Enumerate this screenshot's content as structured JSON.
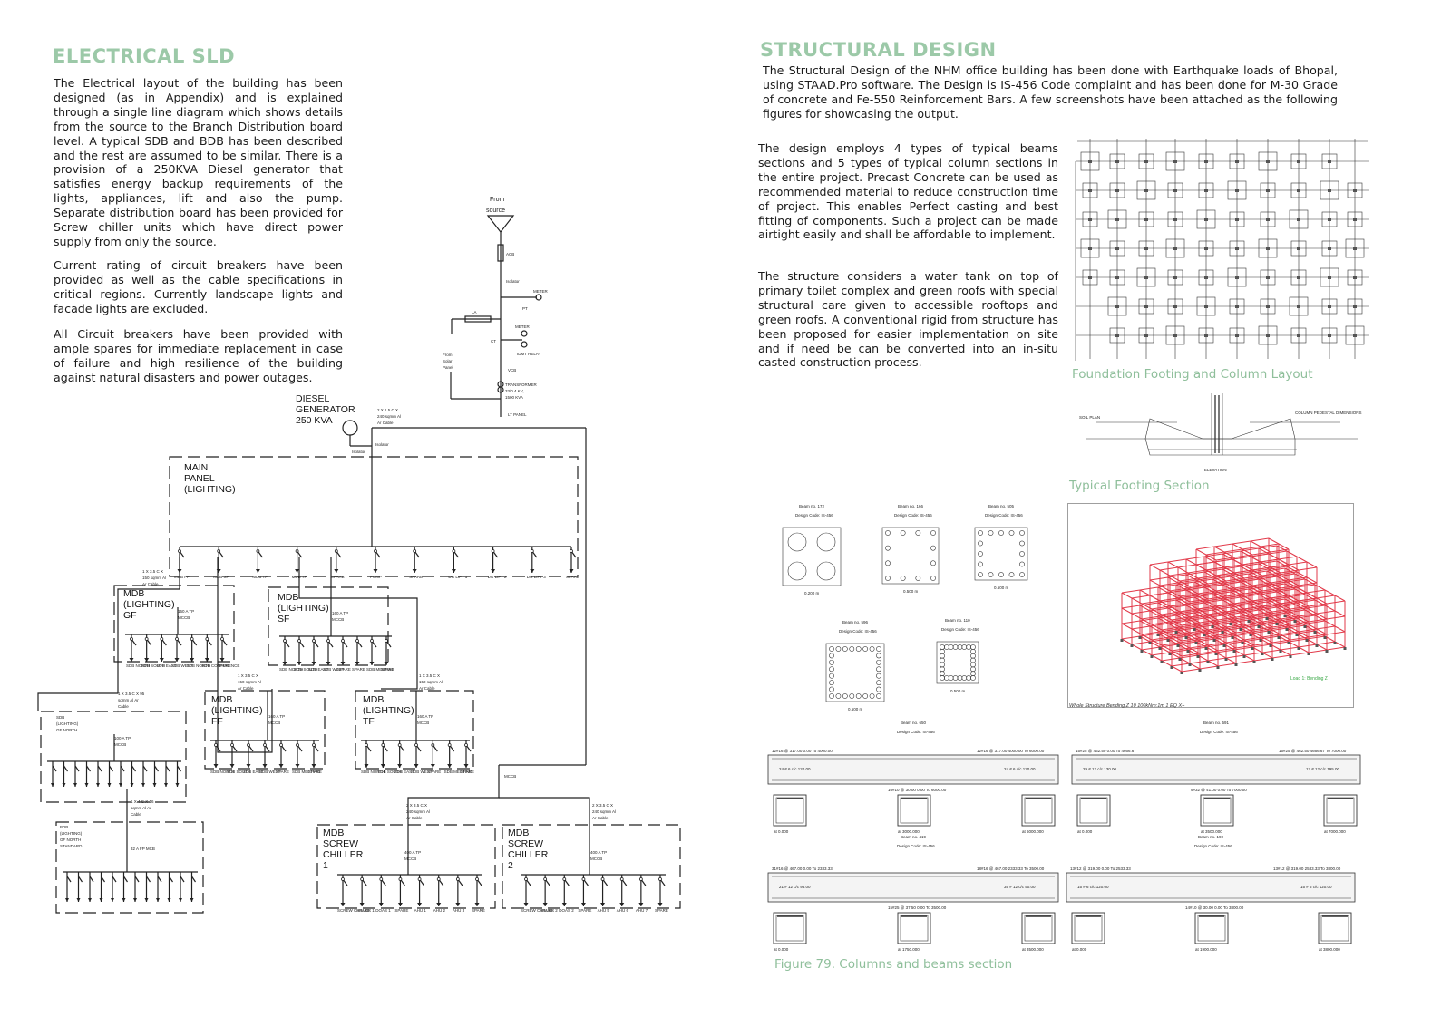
{
  "left": {
    "heading": "ELECTRICAL SLD",
    "para1": "The Electrical layout of the building has been designed (as in Appendix) and is explained through a single line diagram which shows details from the source to the Branch Distribution board level. A typical SDB and BDB has been described and the rest are assumed to be similar. There is a provision of a 250KVA Diesel generator that satisfies energy backup requirements of the lights, appliances, lift and also the pump. Separate distribution board has been provided for Screw chiller units which have direct power supply from only the source.",
    "para2": "Current rating of circuit breakers have been provided as well as the cable specifications in critical regions. Currently landscape lights and facade lights are excluded.",
    "para3": "All Circuit breakers have been provided with ample spares for immediate replacement in case of failure and high resilience of the building against natural disasters and power outages."
  },
  "sld": {
    "from_source": [
      "From",
      "source"
    ],
    "acb": "ACB",
    "isolator": "Isolator",
    "meter": "METER",
    "pt": "PT",
    "la": "LA",
    "meter2": "METER",
    "ct": "CT",
    "idmt": "IDMT RELAY",
    "solar": [
      "From",
      "Solar",
      "Panel"
    ],
    "vcb": "VCB",
    "transformer": [
      "TRANSFORMER",
      "33/0.4 KV,",
      "1500 KVA"
    ],
    "lt_panel": "LT PANEL",
    "diesel": [
      "DIESEL",
      "GENERATOR",
      "250 KVA"
    ],
    "dg_cable": [
      "2 X 1.5 C X",
      "240 sqmm Al",
      "Ar Cable"
    ],
    "dg_isolator": "Isolator",
    "isolator2": "Isolator",
    "main_panel": [
      "MAIN",
      "PANEL",
      "(LIGHTING)"
    ],
    "main_cable": [
      "1 X 3.5 C X",
      "150 sqmm Al",
      "Ar Cable"
    ],
    "mdb_gf": [
      "MDB",
      "(LIGHTING)",
      "GF"
    ],
    "mdb_sf": [
      "MDB",
      "(LIGHTING)",
      "SF"
    ],
    "mdb_ff": [
      "MDB",
      "(LIGHTING)",
      "FF"
    ],
    "mdb_tf": [
      "MDB",
      "(LIGHTING)",
      "TF"
    ],
    "mccb_160": [
      "160 A TP",
      "MCCB"
    ],
    "sdb_gf_north": [
      "SDB",
      "(LIGHTING)",
      "GF NORTH"
    ],
    "sdb_mccb": [
      "100 A TP",
      "MCCB"
    ],
    "sdb_cable": [
      "1 X 3.5 C X 95",
      "sqmm Al Ar",
      "Cable"
    ],
    "bdb_cable": [
      "1 X 4 C X 16",
      "sqmm Al Ar",
      "Cable"
    ],
    "bdb": [
      "BDB",
      "(LIGHTING)",
      "GF NORTH",
      "STANDARD"
    ],
    "bdb_mcb": "32 A FP MCB",
    "ff_cable": [
      "1 X 3.5 C X",
      "150 sqmm Al",
      "Ar Cable"
    ],
    "tf_cable": [
      "1 X 3.5 C X",
      "150 sqmm Al",
      "Ar Cable"
    ],
    "chiller1": [
      "MDB",
      "SCREW",
      "CHILLER",
      "1"
    ],
    "chiller2": [
      "MDB",
      "SCREW",
      "CHILLER",
      "2"
    ],
    "chiller_cable": [
      "2 X 3.5 C X",
      "240 sqmm Al",
      "Ar Cable"
    ],
    "chiller_mccb": [
      "400 A TP",
      "MCCB"
    ],
    "mccb_main": "MCCB",
    "main_outgoings": [
      "MDB FF",
      "MDB SF",
      "MDB TF",
      "MDB TF",
      "SPARE",
      "PUMP",
      "SPARE",
      "DG LIFT 1",
      "DG LIFT 2",
      "DG LIFT 3",
      "SPARE"
    ],
    "gf_outgoings": [
      "SDB NORTH",
      "SDB SOUTH",
      "SDB EAST",
      "SDB WEST",
      "SDB NORTH",
      "SDB CONFERENCE",
      "SPARE"
    ],
    "sf_outgoings": [
      "SDB NORTH",
      "SDB SOUTH",
      "SDB EAST",
      "SDB WEST",
      "SPARE",
      "SPARE",
      "SDB MEETING",
      "SPARE"
    ],
    "ff_outgoings": [
      "SDB NORTH",
      "SDB SOUTH",
      "SDB EAST",
      "SDB WEST",
      "SPARE",
      "SDB MEETING",
      "SPARE"
    ],
    "tf_outgoings": [
      "SDB NORTH",
      "SDB SOUTH",
      "SDB EAST",
      "SDB WEST",
      "SPARE",
      "SDB MEETING",
      "SPARE"
    ],
    "ch1_outgoings": [
      "SCREW CHILLER 1",
      "SPARE",
      "DOAS 1",
      "SPARE",
      "AHU 1",
      "AHU 2",
      "AHU 3",
      "SPARE"
    ],
    "ch2_outgoings": [
      "SCREW CHILLER 2",
      "SPARE",
      "DOAS 2",
      "SPARE",
      "AHU 5",
      "AHU 6",
      "AHU 7",
      "SPARE"
    ]
  },
  "right": {
    "heading": "STRUCTURAL DESIGN",
    "intro": "The Structural Design of the NHM office building has been done with Earthquake loads of Bhopal, using STAAD.Pro software. The Design is IS-456 Code complaint and has been done for M-30 Grade of concrete and Fe-550 Reinforcement Bars. A few screenshots have been attached as the following figures for showcasing the output.",
    "para1": "The design employs 4 types of typical beams sections and 5 types of typical column sections in the entire project. Precast Concrete can be used as recommended material to reduce construction time of project. This enables Perfect casting and best fitting of components. Such a project can be made airtight easily and shall be affordable to implement.",
    "para2": "The structure considers a water tank on top of primary toilet complex and green roofs with special structural care given to accessible rooftops and green roofs. A conventional rigid from structure has been proposed for easier implementation on site and if need be can be converted into an in-situ casted construction process.",
    "caption_foundation": "Foundation Footing and Column Layout",
    "caption_footing": "Typical Footing Section",
    "caption_figure": "Figure 79. Columns and beams section",
    "footing_labels": [
      "ELEVATION",
      "COLUMN PEDESTAL DIMENSIONS",
      "SOIL PLAN"
    ],
    "staad_caption": "Whole Structure Bending Z 10 100kNm:1m 1 EQ X+",
    "staad_legend": "Load 1: Bending Z",
    "columns": [
      {
        "beam": "Beam no. 172",
        "code": "Design Code:  IS-456",
        "w": "0.200 m"
      },
      {
        "beam": "Beam no. 166",
        "code": "Design Code:  IS-456",
        "w": "0.500 m"
      },
      {
        "beam": "Beam no. 505",
        "code": "Design Code:  IS-456",
        "w": "0.500 m"
      },
      {
        "beam": "Beam no. 596",
        "code": "Design Code:  IS-456",
        "w": "0.500 m"
      },
      {
        "beam": "Beam no. 110",
        "code": "Design Code:  IS-456",
        "w": "0.500 m"
      }
    ],
    "beams": [
      {
        "beam": "Beam no. 650",
        "code": "Design Code:  IS-456",
        "top_l": "12#16 @ 317.00 0.00 To 4000.00",
        "top_r": "12#16 @ 317.00 4000.00 To 6000.00",
        "in_l": "24 # 6 c/c 120.00",
        "in_r": "24 # 6 c/c 120.00",
        "stir": "16#10 @ 30.00 0.00 To 6000.00",
        "secs": [
          "at 0.000",
          "at 3000.000",
          "at 6000.000"
        ]
      },
      {
        "beam": "Beam no. 591",
        "code": "Design Code:  IS-456",
        "top_l": "15#25 @ 462.50 0.00 To 4666.67",
        "top_r": "15#25 @ 462.50 4666.67 To 7000.00",
        "in_l": "29 # 12 c/c 130.00",
        "in_r": "17 # 12 c/c 195.00",
        "stir": "9#32 @ 41.00 0.00 To 7000.00",
        "secs": [
          "at 0.000",
          "at 3500.000",
          "at 7000.000"
        ]
      },
      {
        "beam": "Beam no. 419",
        "code": "Design Code:  IS-456",
        "top_l": "31#16 @ 467.00 0.00 To 2333.33",
        "top_r": "18#16 @ 467.00 2333.33 To 3500.00",
        "in_l": "21 # 12 c/c 95.00",
        "in_r": "35 # 12 c/c 50.00",
        "stir": "15#25 @ 37.50 0.00 To 3500.00",
        "secs": [
          "at 0.000",
          "at 1750.000",
          "at 3500.000"
        ]
      },
      {
        "beam": "Beam no. 190",
        "code": "Design Code:  IS-456",
        "top_l": "13#12 @ 319.00 0.00 To 2533.33",
        "top_r": "13#12 @ 319.00 2533.33 To 3800.00",
        "in_l": "15 # 6 c/c 120.00",
        "in_r": "15 # 6 c/c 120.00",
        "stir": "14#10 @ 30.00 0.00 To 3800.00",
        "secs": [
          "at 0.000",
          "at 1900.000",
          "at 3800.000"
        ]
      }
    ]
  }
}
